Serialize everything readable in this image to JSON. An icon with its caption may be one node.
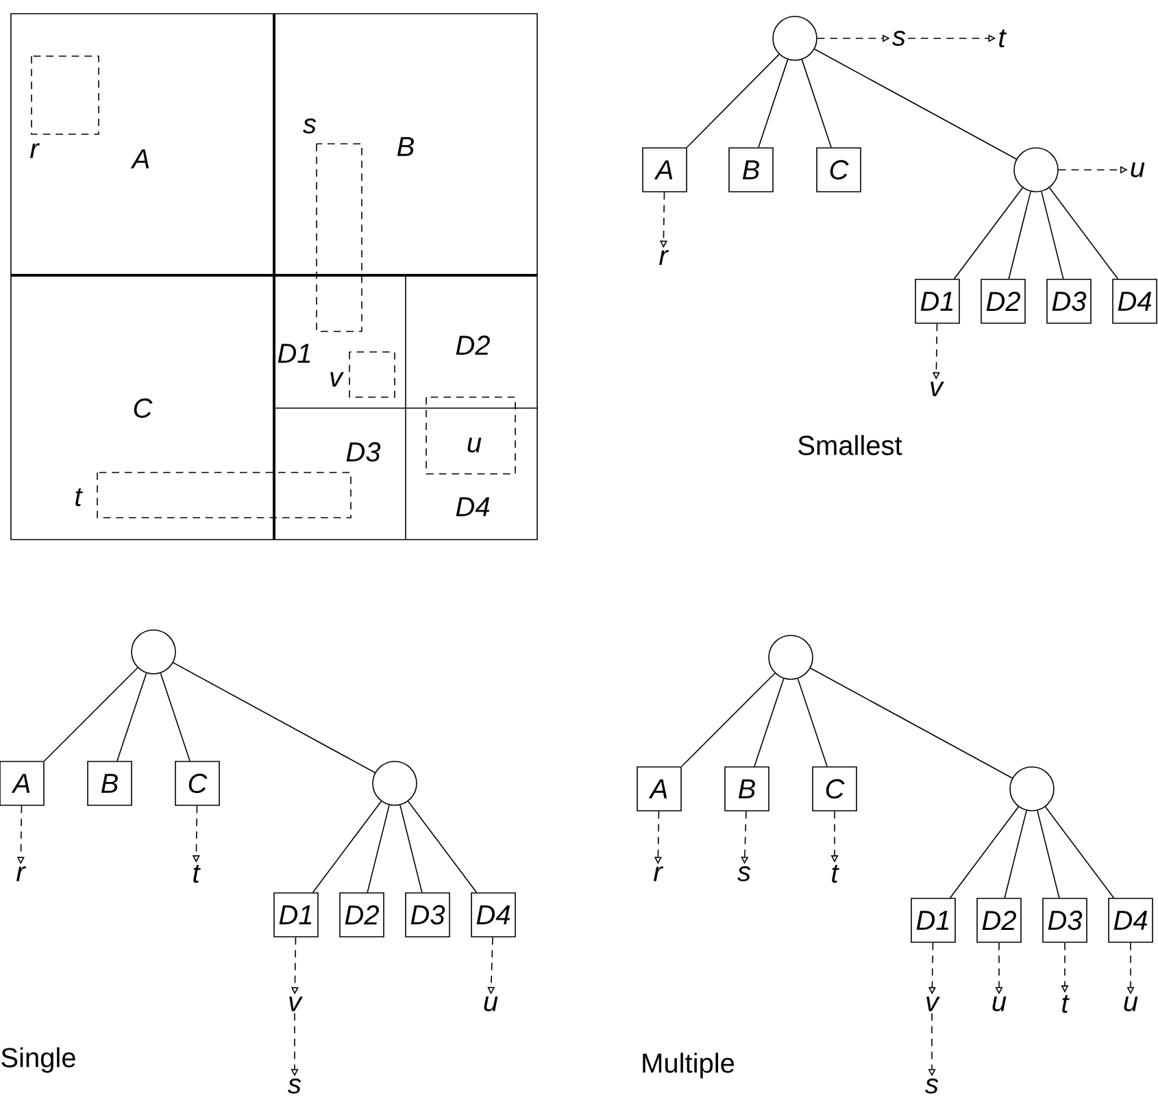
{
  "diagram": {
    "nodes": [
      {
        "text": [],
        "shape": "circle"
      },
      {
        "text": [
          "s"
        ]
      },
      {
        "text": [
          "t"
        ]
      },
      {
        "text": [
          "A"
        ]
      },
      {
        "text": [
          "B"
        ]
      },
      {
        "text": [
          "C"
        ]
      },
      {
        "text": [],
        "shape": "circle"
      },
      {
        "text": [
          "u"
        ]
      },
      {
        "text": [
          "r"
        ]
      },
      {
        "text": [
          "D1"
        ]
      },
      {
        "text": [
          "D2"
        ]
      },
      {
        "text": [
          "D3"
        ]
      },
      {
        "text": [
          "D4"
        ]
      },
      {
        "text": [
          "v"
        ]
      },
      {
        "text": [],
        "shape": "circle"
      },
      {
        "text": [
          "A"
        ]
      },
      {
        "text": [
          "B"
        ]
      },
      {
        "text": [
          "C"
        ]
      },
      {
        "text": [],
        "shape": "circle"
      },
      {
        "text": [
          "r"
        ]
      },
      {
        "text": [
          "t"
        ]
      },
      {
        "text": [
          "D1"
        ]
      },
      {
        "text": [
          "D2"
        ]
      },
      {
        "text": [
          "D3"
        ]
      },
      {
        "text": [
          "D4"
        ]
      },
      {
        "text": [
          "v"
        ]
      },
      {
        "text": [
          "u"
        ]
      },
      {
        "text": [
          "s"
        ]
      },
      {
        "text": [],
        "shape": "circle"
      },
      {
        "text": [
          "A"
        ]
      },
      {
        "text": [
          "B"
        ]
      },
      {
        "text": [
          "C"
        ]
      },
      {
        "text": [],
        "shape": "circle"
      },
      {
        "text": [
          "r"
        ]
      },
      {
        "text": [
          "s"
        ]
      },
      {
        "text": [
          "t"
        ]
      },
      {
        "text": [
          "D1"
        ]
      },
      {
        "text": [
          "D2"
        ]
      },
      {
        "text": [
          "D3"
        ]
      },
      {
        "text": [
          "D4"
        ]
      },
      {
        "text": [
          "v"
        ]
      },
      {
        "text": [
          "u"
        ]
      },
      {
        "text": [
          "t"
        ]
      },
      {
        "text": [
          "u"
        ]
      },
      {
        "text": [
          "s"
        ]
      }
    ],
    "edges": [
      {
        "from": 0,
        "to": 1,
        "arrow": "to",
        "style": "dashed"
      },
      {
        "from": 1,
        "to": 2,
        "arrow": "to",
        "style": "dashed"
      },
      {
        "from": 0,
        "to": 3,
        "arrow": "none"
      },
      {
        "from": 0,
        "to": 4,
        "arrow": "none"
      },
      {
        "from": 0,
        "to": 5,
        "arrow": "none"
      },
      {
        "from": 0,
        "to": 6,
        "arrow": "none"
      },
      {
        "from": 6,
        "to": 7,
        "arrow": "to",
        "style": "dashed"
      },
      {
        "from": 3,
        "to": 8,
        "arrow": "to",
        "style": "dashed"
      },
      {
        "from": 6,
        "to": 9,
        "arrow": "none"
      },
      {
        "from": 6,
        "to": 10,
        "arrow": "none"
      },
      {
        "from": 6,
        "to": 11,
        "arrow": "none"
      },
      {
        "from": 6,
        "to": 12,
        "arrow": "none"
      },
      {
        "from": 9,
        "to": 13,
        "arrow": "to",
        "style": "dashed"
      },
      {
        "from": 14,
        "to": 15,
        "arrow": "none"
      },
      {
        "from": 14,
        "to": 16,
        "arrow": "none"
      },
      {
        "from": 14,
        "to": 17,
        "arrow": "none"
      },
      {
        "from": 14,
        "to": 18,
        "arrow": "none"
      },
      {
        "from": 15,
        "to": 19,
        "arrow": "to",
        "style": "dashed"
      },
      {
        "from": 17,
        "to": 20,
        "arrow": "to",
        "style": "dashed"
      },
      {
        "from": 18,
        "to": 21,
        "arrow": "none"
      },
      {
        "from": 18,
        "to": 22,
        "arrow": "none"
      },
      {
        "from": 18,
        "to": 23,
        "arrow": "none"
      },
      {
        "from": 18,
        "to": 24,
        "arrow": "none"
      },
      {
        "from": 21,
        "to": 25,
        "arrow": "to",
        "style": "dashed"
      },
      {
        "from": 24,
        "to": 26,
        "arrow": "to",
        "style": "dashed"
      },
      {
        "from": 25,
        "to": 27,
        "arrow": "to",
        "style": "dashed"
      },
      {
        "from": 28,
        "to": 29,
        "arrow": "none"
      },
      {
        "from": 28,
        "to": 30,
        "arrow": "none"
      },
      {
        "from": 28,
        "to": 31,
        "arrow": "none"
      },
      {
        "from": 28,
        "to": 32,
        "arrow": "none"
      },
      {
        "from": 29,
        "to": 33,
        "arrow": "to",
        "style": "dashed"
      },
      {
        "from": 30,
        "to": 34,
        "arrow": "to",
        "style": "dashed"
      },
      {
        "from": 31,
        "to": 35,
        "arrow": "to",
        "style": "dashed"
      },
      {
        "from": 32,
        "to": 36,
        "arrow": "none"
      },
      {
        "from": 32,
        "to": 37,
        "arrow": "none"
      },
      {
        "from": 32,
        "to": 38,
        "arrow": "none"
      },
      {
        "from": 32,
        "to": 39,
        "arrow": "none"
      },
      {
        "from": 36,
        "to": 40,
        "arrow": "to",
        "style": "dashed"
      },
      {
        "from": 37,
        "to": 41,
        "arrow": "to",
        "style": "dashed"
      },
      {
        "from": 38,
        "to": 42,
        "arrow": "to",
        "style": "dashed"
      },
      {
        "from": 39,
        "to": 43,
        "arrow": "to",
        "style": "dashed"
      },
      {
        "from": 40,
        "to": 44,
        "arrow": "to",
        "style": "dashed"
      }
    ],
    "labels": [
      "r",
      "A",
      "s",
      "B",
      "D1",
      "D2",
      "v",
      "C",
      "u",
      "D3",
      "t",
      "D4",
      "Smallest",
      "Single",
      "Multiple"
    ]
  }
}
